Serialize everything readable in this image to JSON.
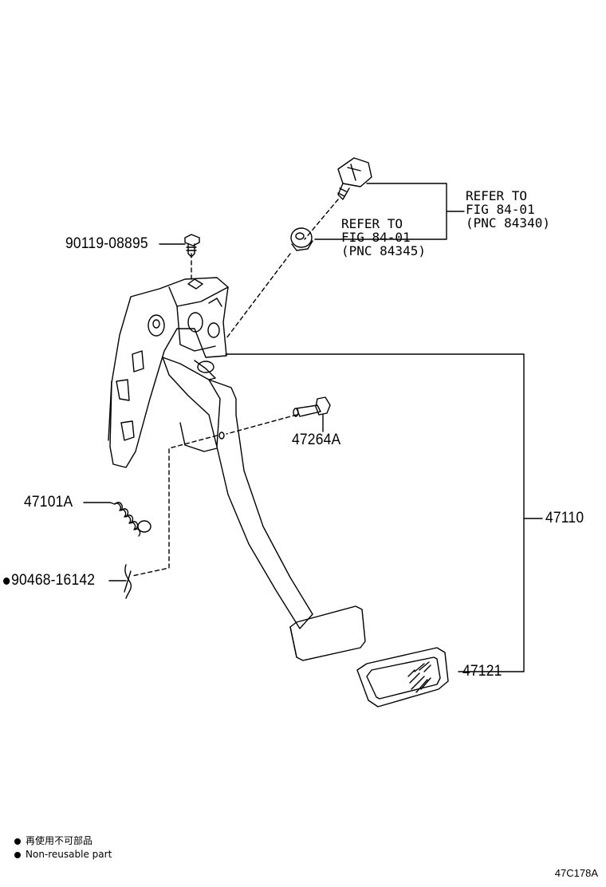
{
  "parts": {
    "bolt": "90119-08895",
    "pin": "47264A",
    "spring": "47101A",
    "clip": "90468-16142",
    "pedal_assy": "47110",
    "pad": "47121"
  },
  "refs": {
    "left": [
      "REFER TO",
      "FIG 84-01",
      "(PNC 84345)"
    ],
    "right": [
      "REFER TO",
      "FIG 84-01",
      "(PNC 84340)"
    ]
  },
  "legend": {
    "jp": "再使用不可部品",
    "en": "Non-reusable part"
  },
  "drawing_code": "47C178A"
}
